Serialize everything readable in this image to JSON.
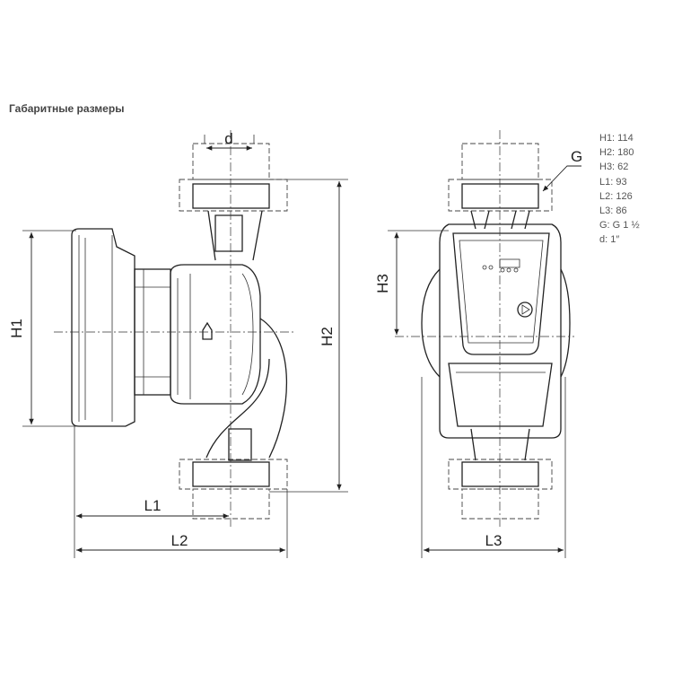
{
  "title": "Габаритные размеры",
  "specs": [
    "H1: 114",
    "H2: 180",
    "H3: 62",
    "L1: 93",
    "L2: 126",
    "L3: 86",
    "G: G 1 ½",
    "d: 1″"
  ],
  "labels": {
    "H1": "H1",
    "H2": "H2",
    "H3": "H3",
    "L1": "L1",
    "L2": "L2",
    "L3": "L3",
    "G": "G",
    "d": "d"
  }
}
